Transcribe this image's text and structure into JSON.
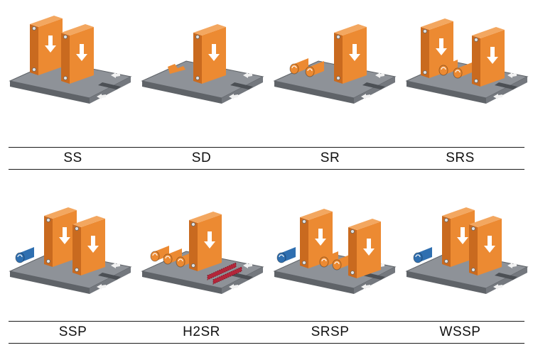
{
  "colors": {
    "panel_orange": "#ec8a32",
    "panel_orange_dark": "#c96a1f",
    "belt_gray": "#8e9298",
    "belt_dark": "#5f6368",
    "roller_blue": "#2f6fb0",
    "brush_red": "#b3263a"
  },
  "rows": [
    {
      "items": [
        {
          "label": "SS",
          "type": "SS",
          "icon": "two-sanding-heads-diagram"
        },
        {
          "label": "SD",
          "type": "SD",
          "icon": "sanding-head-deburr-diagram"
        },
        {
          "label": "SR",
          "type": "SR",
          "icon": "sanding-head-rotary-brush-diagram"
        },
        {
          "label": "SRS",
          "type": "SRS",
          "icon": "sanding-rotary-sanding-diagram"
        }
      ]
    },
    {
      "items": [
        {
          "label": "SSP",
          "type": "SSP",
          "icon": "pre-roller-two-sanding-heads-diagram"
        },
        {
          "label": "H2SR",
          "type": "H2SR",
          "icon": "rotary-brushes-sanding-roller-brush-diagram"
        },
        {
          "label": "SRSP",
          "type": "SRSP",
          "icon": "pre-roller-sanding-rotary-sanding-diagram"
        },
        {
          "label": "WSSP",
          "type": "WSSP",
          "icon": "wet-pre-roller-two-sanding-heads-diagram"
        }
      ]
    }
  ]
}
